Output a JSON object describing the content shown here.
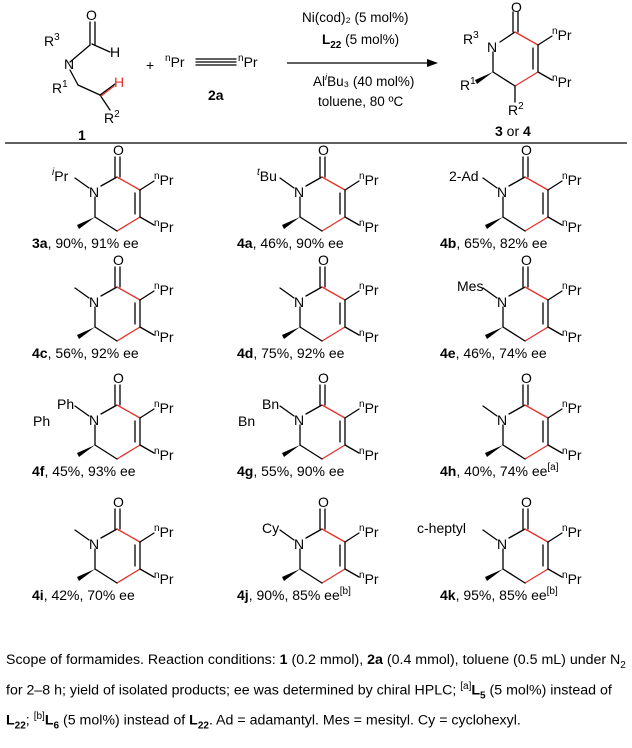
{
  "scheme": {
    "reactant1_label": "1",
    "plus": "+",
    "alkyne_left": "Pr",
    "alkyne_right": "Pr",
    "alkyne_label": "2a",
    "cond_line1": "Ni(cod)₂ (5 mol%)",
    "cond_line2_ligand": "L",
    "cond_line2_sub": "22",
    "cond_line2_rest": " (5 mol%)",
    "cond_line3": "Al",
    "cond_line3_sup": "i",
    "cond_line3_rest": "Bu₃ (40 mol%)",
    "cond_line4": "toluene, 80 ºC",
    "product_label_a": "3",
    "product_label_or": " or ",
    "product_label_b": "4",
    "atom_O": "O",
    "atom_N": "N",
    "atom_H": "H",
    "atom_R1": "R",
    "atom_R2": "R",
    "atom_R3": "R",
    "sup_1": "1",
    "sup_2": "2",
    "sup_3": "3",
    "n": "n",
    "Pr": "Pr"
  },
  "entries": [
    {
      "id": "3a",
      "yield": ", 90%, 91% ee",
      "sub": "i",
      "subst": "Pr",
      "note": ""
    },
    {
      "id": "4a",
      "yield": ", 46%, 90% ee",
      "sub": "t",
      "subst": "Bu",
      "note": ""
    },
    {
      "id": "4b",
      "yield": ", 65%, 82% ee",
      "sub": "",
      "subst": "2-Ad",
      "note": ""
    },
    {
      "id": "4c",
      "yield": ", 56%, 92% ee",
      "sub": "",
      "subst": "",
      "note": ""
    },
    {
      "id": "4d",
      "yield": ", 75%, 92% ee",
      "sub": "",
      "subst": "",
      "note": ""
    },
    {
      "id": "4e",
      "yield": ", 46%, 74% ee",
      "sub": "",
      "subst": "Mes",
      "note": ""
    },
    {
      "id": "4f",
      "yield": ", 45%, 93% ee",
      "sub": "",
      "subst": "Ph",
      "note": ""
    },
    {
      "id": "4g",
      "yield": ", 55%, 90% ee",
      "sub": "",
      "subst": "Bn",
      "note": ""
    },
    {
      "id": "4h",
      "yield": ", 40%, 74% ee",
      "sub": "",
      "subst": "",
      "note": "[a]"
    },
    {
      "id": "4i",
      "yield": ", 42%, 70% ee",
      "sub": "",
      "subst": "",
      "note": ""
    },
    {
      "id": "4j",
      "yield": ", 90%, 85% ee",
      "sub": "",
      "subst": "Cy",
      "note": "[b]"
    },
    {
      "id": "4k",
      "yield": ",  95%, 85% ee",
      "sub": "",
      "subst": "c-heptyl",
      "note": "[b]"
    }
  ],
  "caption": {
    "p1": "Scope of formamides. Reaction conditions: ",
    "b1": "1",
    "p2": " (0.2 mmol), ",
    "b2": "2a",
    "p3": " (0.4 mmol), toluene (0.5 mL) under N",
    "p3sub": "2",
    "p4": " for 2–8 h; yield of isolated products; ee was determined by chiral HPLC; ",
    "na": "[a]",
    "bL5": "L",
    "bL5s": "5",
    "p5": " (5 mol%) instead of ",
    "bL22a": "L",
    "bL22as": "22",
    "p6": "; ",
    "nb": "[b]",
    "bL6": "L",
    "bL6s": "6",
    "p7": " (5 mol%) instead of ",
    "bL22b": "L",
    "bL22bs": "22",
    "p8": ". Ad = adamantyl. Mes = mesityl. Cy = cyclohexyl."
  }
}
